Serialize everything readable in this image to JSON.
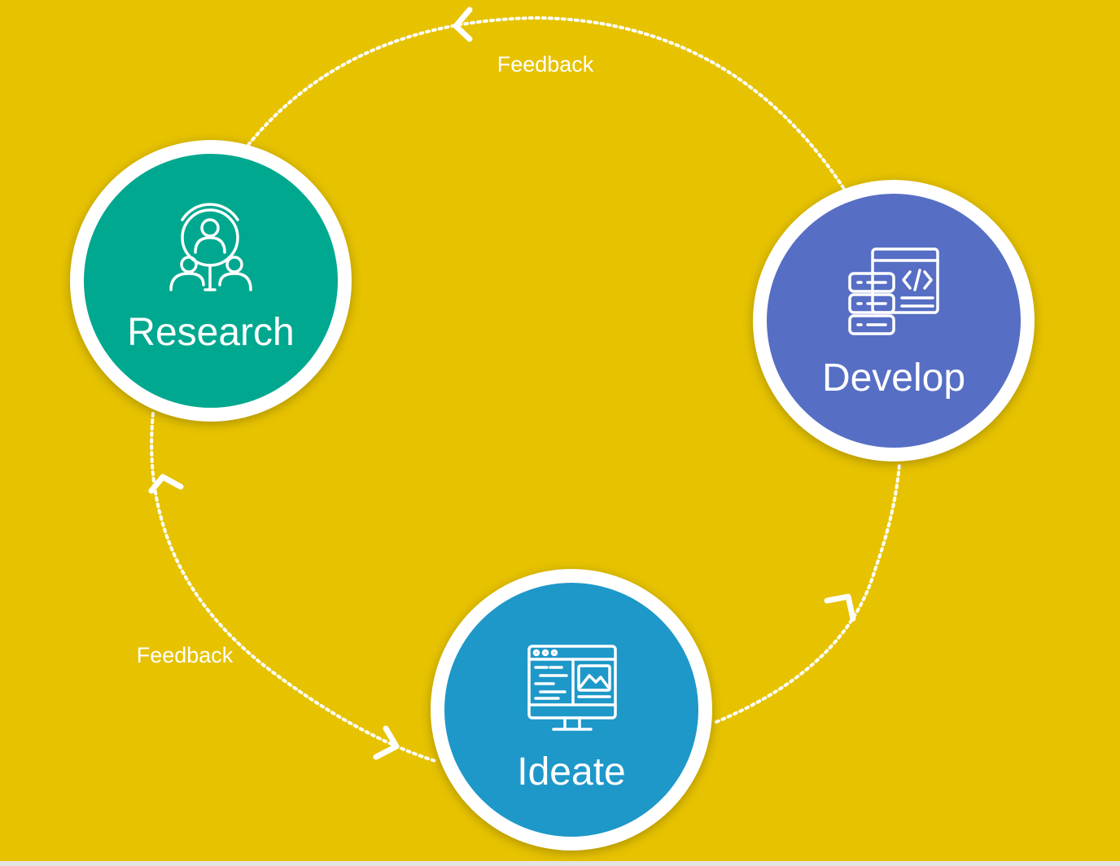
{
  "colors": {
    "background": "#e6c200",
    "research": "#00a88f",
    "develop": "#566ec4",
    "ideate": "#1e98c9"
  },
  "nodes": {
    "research": {
      "label": "Research",
      "icon": "user-research-icon"
    },
    "develop": {
      "label": "Develop",
      "icon": "code-server-icon"
    },
    "ideate": {
      "label": "Ideate",
      "icon": "design-monitor-icon"
    }
  },
  "feedback": {
    "top": "Feedback",
    "left": "Feedback"
  }
}
